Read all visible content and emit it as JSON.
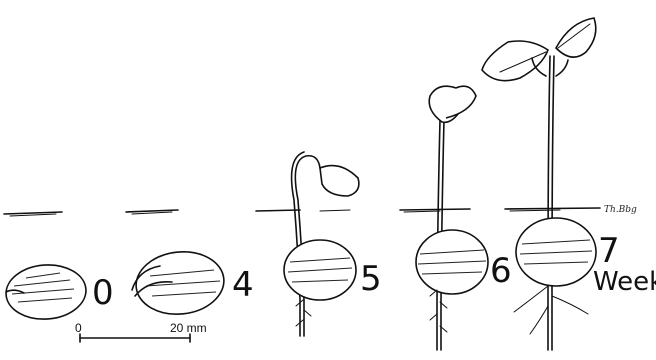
{
  "stages": [
    {
      "label": "0"
    },
    {
      "label": "4"
    },
    {
      "label": "5"
    },
    {
      "label": "6"
    },
    {
      "label": "7"
    }
  ],
  "unit_label": "Weeks",
  "scale_bar": {
    "start": "0",
    "end": "20 mm"
  },
  "signature": "Th.Bbg"
}
